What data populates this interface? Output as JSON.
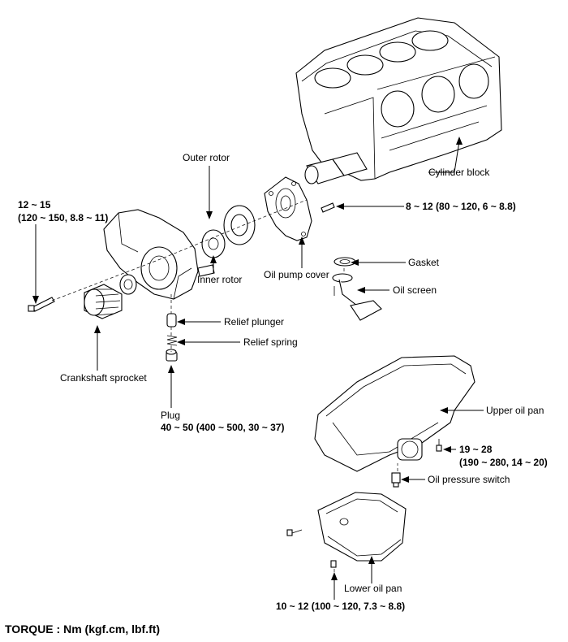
{
  "labels": {
    "cylinder_block": "Cylinder block",
    "outer_rotor": "Outer rotor",
    "inner_rotor": "Inner rotor",
    "oil_pump_cover": "Oil pump cover",
    "gasket": "Gasket",
    "oil_screen": "Oil screen",
    "relief_plunger": "Relief plunger",
    "relief_spring": "Relief spring",
    "crankshaft_sprocket": "Crankshaft sprocket",
    "plug": "Plug",
    "upper_oil_pan": "Upper oil pan",
    "oil_pressure_switch": "Oil pressure switch",
    "lower_oil_pan": "Lower oil pan"
  },
  "torques": {
    "pump_bolt_line1": "12 ~ 15",
    "pump_bolt_line2": "(120 ~ 150, 8.8 ~ 11)",
    "cover_bolt": "8 ~ 12 (80 ~ 120, 6 ~ 8.8)",
    "plug": "40 ~ 50 (400 ~ 500, 30 ~ 37)",
    "upper_pan_line1": "19 ~ 28",
    "upper_pan_line2": "(190 ~ 280, 14 ~ 20)",
    "lower_pan": "10 ~ 12 (100 ~ 120, 7.3 ~ 8.8)"
  },
  "footer": {
    "torque_units": "TORQUE : Nm (kgf.cm, lbf.ft)"
  }
}
